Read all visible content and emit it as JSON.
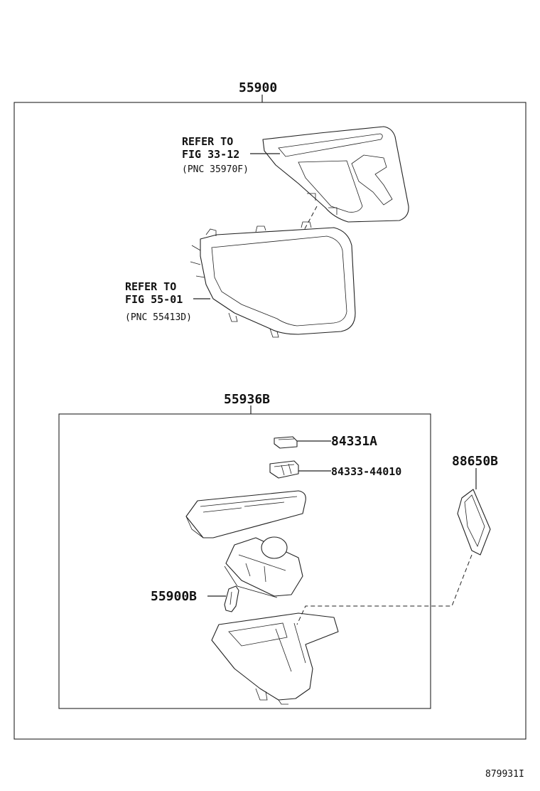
{
  "assembly": {
    "part_no": "55900"
  },
  "refs": [
    {
      "line1": "REFER TO",
      "line2": "FIG 33-12",
      "pnc": "(PNC 35970F)"
    },
    {
      "line1": "REFER TO",
      "line2": "FIG 55-01",
      "pnc": "(PNC 55413D)"
    }
  ],
  "sub_assembly": {
    "part_no": "55936B"
  },
  "parts": {
    "switch_a": "84331A",
    "switch_b": "84333-44010",
    "screw": "55900B",
    "bracket": "88650B"
  },
  "footer": {
    "drawing_id": "879931I"
  }
}
